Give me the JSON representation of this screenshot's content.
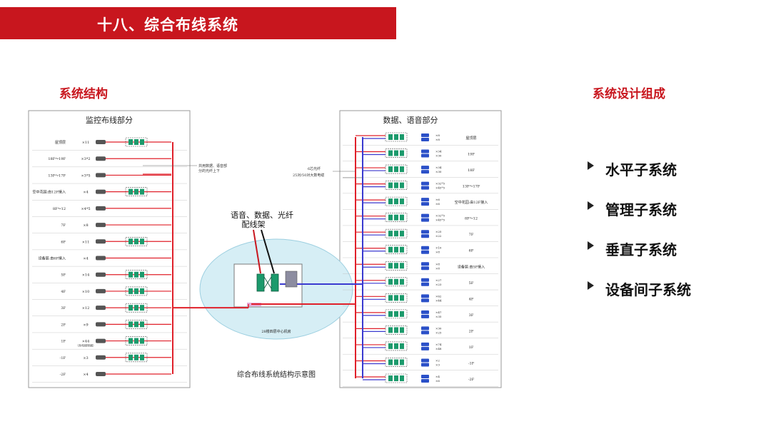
{
  "header": {
    "title": "十八、综合布线系统"
  },
  "left_section": {
    "label": "系统结构"
  },
  "right_section": {
    "label": "系统设计组成",
    "items": [
      "水平子系统",
      "管理子系统",
      "垂直子系统",
      "设备间子系统"
    ]
  },
  "diagram": {
    "caption": "综合布线系统结构示意图",
    "monitor_panel": {
      "title": "监控布线部分",
      "floors": [
        {
          "name": "屋顶层",
          "count": "×11"
        },
        {
          "name": "18F～19F",
          "count": "×3*2"
        },
        {
          "name": "13F～17F",
          "count": "×3*5"
        },
        {
          "name": "空中花园:由12F接入",
          "count": "×4"
        },
        {
          "name": "8F～12",
          "count": "×4*5"
        },
        {
          "name": "7F",
          "count": "×8"
        },
        {
          "name": "6F",
          "count": "×11"
        },
        {
          "name": "设备层:由6F接入",
          "count": "×4"
        },
        {
          "name": "5F",
          "count": "×14"
        },
        {
          "name": "4F",
          "count": "×10"
        },
        {
          "name": "3F",
          "count": "×12"
        },
        {
          "name": "2F",
          "count": "×9"
        },
        {
          "name": "1F",
          "count": "×44"
        },
        {
          "name": "-1F",
          "count": "×3"
        },
        {
          "name": "-2F",
          "count": "×4"
        }
      ],
      "note_1f": "（含电梯轿厢）",
      "share_note": [
        "共用数据、语音部",
        "分的光纤上下"
      ]
    },
    "data_panel": {
      "title": "数据、语音部分",
      "floors": [
        {
          "name": "屋顶层",
          "counts": [
            "×8",
            "×8"
          ]
        },
        {
          "name": "19F",
          "counts": [
            "×34",
            "×30"
          ]
        },
        {
          "name": "18F",
          "counts": [
            "×34",
            "×30"
          ]
        },
        {
          "name": "13F～17F",
          "counts": [
            "×32*5",
            "×45*5"
          ]
        },
        {
          "name": "空中花园:由12F接入",
          "counts": [
            "×6",
            "×6"
          ]
        },
        {
          "name": "8F～12",
          "counts": [
            "×32*5",
            "×45*5"
          ]
        },
        {
          "name": "7F",
          "counts": [
            "×25",
            "×22"
          ]
        },
        {
          "name": "6F",
          "counts": [
            "×10",
            "×8"
          ]
        },
        {
          "name": "设备层:由5F接入",
          "counts": [
            "×8",
            "×8"
          ]
        },
        {
          "name": "5F",
          "counts": [
            "×27",
            "×23"
          ]
        },
        {
          "name": "4F",
          "counts": [
            "×62",
            "×44"
          ]
        },
        {
          "name": "3F",
          "counts": [
            "×47",
            "×35"
          ]
        },
        {
          "name": "2F",
          "counts": [
            "×30",
            "×25"
          ]
        },
        {
          "name": "1F",
          "counts": [
            "×74",
            "×48"
          ]
        },
        {
          "name": "-1F",
          "counts": [
            "×2",
            "×3"
          ]
        },
        {
          "name": "-2F",
          "counts": [
            "×4",
            "×6"
          ]
        }
      ],
      "fiber_note": [
        "6芯光纤",
        "25对/50对大数电缆"
      ]
    },
    "frame_label": [
      "语音、数据、光纤",
      "配线架"
    ],
    "center_room": "28楼四层中心机房"
  },
  "colors": {
    "accent_red": "#c8161e",
    "line_red": "#e0202a",
    "line_blue": "#3a3ad0",
    "ellipse": "#d6eef5"
  }
}
